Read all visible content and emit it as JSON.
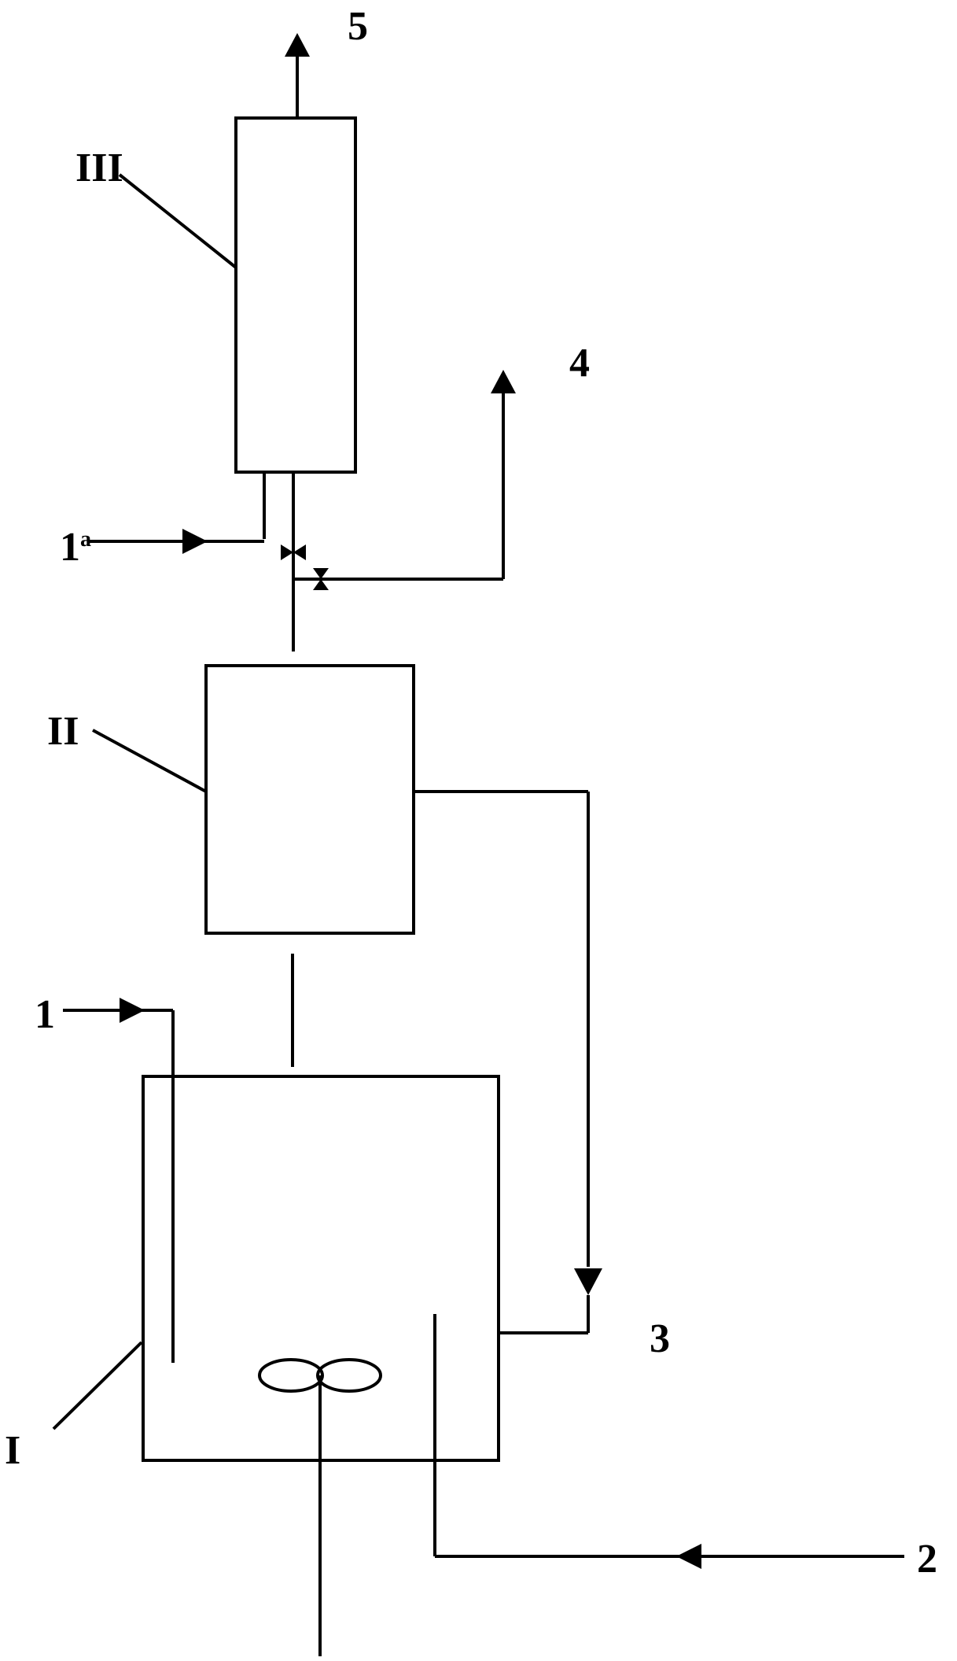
{
  "units": {
    "reactor": "I",
    "middle_vessel": "II",
    "column": "III"
  },
  "streams": {
    "feed_1": "1",
    "feed_1a_base": "1",
    "feed_1a_sup": "a",
    "feed_2": "2",
    "stream_3": "3",
    "stream_4": "4",
    "stream_5": "5"
  }
}
